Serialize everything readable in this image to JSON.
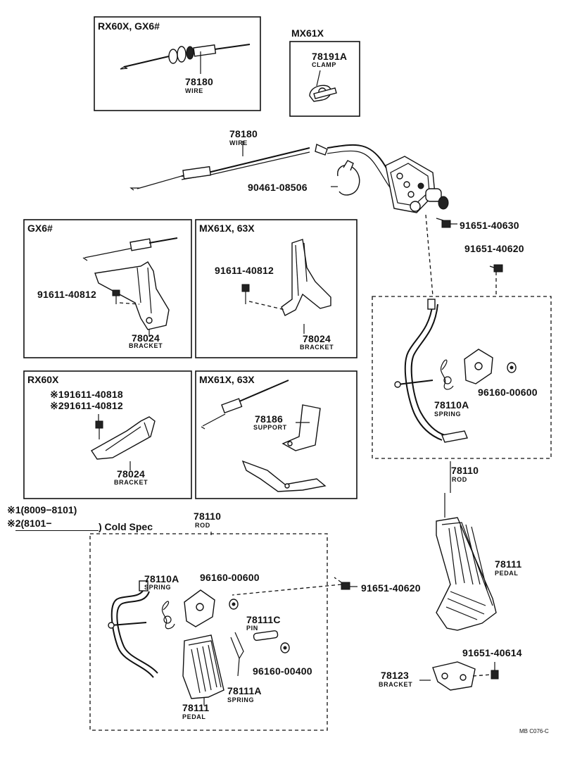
{
  "boxes": {
    "rx60x_gx6": "RX60X, GX6#",
    "mx61x_top": "MX61X",
    "gx6": "GX6#",
    "mx61x_63x_a": "MX61X, 63X",
    "rx60x": "RX60X",
    "mx61x_63x_b": "MX61X, 63X"
  },
  "parts": {
    "wire_small": {
      "num": "78180",
      "name": "WIRE"
    },
    "clamp": {
      "num": "78191A",
      "name": "CLAMP"
    },
    "wire_main": {
      "num": "78180",
      "name": "WIRE"
    },
    "clip": {
      "num": "90461-08506"
    },
    "bolt_top": {
      "num": "91651-40630"
    },
    "bolt_second": {
      "num": "91651-40620"
    },
    "gx6_bolt": {
      "num": "91611-40812"
    },
    "gx6_bracket": {
      "num": "78024",
      "name": "BRACKET"
    },
    "mx_bolt": {
      "num": "91611-40812"
    },
    "mx_bracket": {
      "num": "78024",
      "name": "BRACKET"
    },
    "rx_bolt1": {
      "num": "※191611-40818"
    },
    "rx_bolt2": {
      "num": "※291611-40812"
    },
    "rx_bracket": {
      "num": "78024",
      "name": "BRACKET"
    },
    "support": {
      "num": "78186",
      "name": "SUPPORT"
    },
    "right_spring": {
      "num": "78110A",
      "name": "SPRING"
    },
    "right_nut": {
      "num": "96160-00600"
    },
    "right_rod": {
      "num": "78110",
      "name": "ROD"
    },
    "right_pedal": {
      "num": "78111",
      "name": "PEDAL"
    },
    "mid_bolt": {
      "num": "91651-40620"
    },
    "lower_bolt": {
      "num": "91651-40614"
    },
    "lower_bracket": {
      "num": "78123",
      "name": "BRACKET"
    },
    "low_rod": {
      "num": "78110",
      "name": "ROD"
    },
    "low_spring": {
      "num": "78110A",
      "name": "SPRING"
    },
    "low_nut": {
      "num": "96160-00600"
    },
    "pin": {
      "num": "78111C",
      "name": "PIN"
    },
    "low_nut2": {
      "num": "96160-00400"
    },
    "low_pedal": {
      "num": "78111",
      "name": "PEDAL"
    },
    "low_spring2": {
      "num": "78111A",
      "name": "SPRING"
    }
  },
  "notes": {
    "note1": "※1(8009−8101)",
    "note2": "※2(8101−",
    "cold_spec": ") Cold Spec"
  },
  "ref": "MB C076-C",
  "icons": [
    "wire-icon",
    "clamp-icon",
    "clip-icon",
    "bolt-icon",
    "bracket-icon",
    "support-icon",
    "spring-icon",
    "nut-icon",
    "pin-icon",
    "pedal-icon",
    "rod-icon"
  ]
}
